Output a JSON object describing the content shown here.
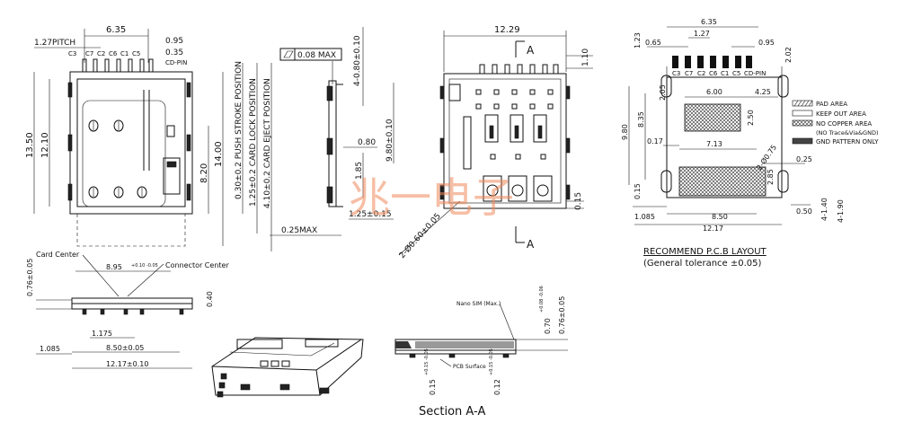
{
  "front": {
    "dim_width": "6.35",
    "pitch": "1.27PITCH",
    "d095": "0.95",
    "d035": "0.35",
    "cdpin": "CD-PIN",
    "pins": [
      "C3",
      "C7",
      "C2",
      "C6",
      "C1",
      "C5"
    ],
    "h1350": "13.50",
    "h1210": "12.10",
    "h1400": "14.00",
    "h820": "8.20",
    "push": "0.30±0.2 PUSH STROKE POSITION",
    "lock": "1.25±0.2 CARD LOCK POSITION",
    "eject": "4.10±0.2 CARD EJECT POSITION"
  },
  "side": {
    "flatness": "0.08 MAX",
    "d480": "4-0.80±0.10",
    "d080": "0.80",
    "d185": "1.85",
    "d025": "0.25MAX",
    "d980": "9.80±0.10",
    "d125": "1.25±0.15"
  },
  "top": {
    "width": "12.29",
    "d110": "1.10",
    "secA": "A",
    "d015": "0.15",
    "holes": "2-Ø0.60±0.05"
  },
  "pcb": {
    "d635": "6.35",
    "d127": "1.27",
    "d123": "1.23",
    "d065": "0.65",
    "d095": "0.95",
    "d202": "2.02",
    "pins": [
      "C3",
      "C7",
      "C2",
      "C6",
      "C1",
      "C5",
      "CD-PIN"
    ],
    "d600": "6.00",
    "d425": "4.25",
    "d205": "2.05",
    "d250": "2.50",
    "d980": "9.80",
    "d835": "8.35",
    "d017": "0.17",
    "d713": "7.13",
    "d075": "2-Ø0.75",
    "d285": "2.85",
    "d025": "0.25",
    "d015": "0.15",
    "d1085": "1.085",
    "d850": "8.50",
    "d1217": "12.17",
    "d050": "0.50",
    "d140": "4-1.40",
    "d190": "4-1.90",
    "legend": [
      "PAD AREA",
      "KEEP OUT AREA",
      "NO COPPER AREA",
      "(NO Trace&Via&GND)",
      "GND PATTERN ONLY"
    ],
    "title": "RECOMMEND P.C.B LAYOUT",
    "subtitle": "(General tolerance ±0.05)"
  },
  "bottom": {
    "card_center": "Card Center",
    "connector_center": "Connector Center",
    "d895": "8.95",
    "d895tol": "+0.10 -0.05",
    "d076": "0.76±0.05",
    "d040": "0.40",
    "d1175": "1.175",
    "d850": "8.50±0.05",
    "d1085": "1.085",
    "d1217": "12.17±0.10"
  },
  "section": {
    "nano": "Nano SIM (Max.)",
    "pcb_surface": "PCB Surface",
    "d070": "0.70",
    "d070tol": "+0.08 -0.06",
    "d076": "0.76±0.05",
    "d015": "0.15",
    "d015tol": "+0.15 -0.05",
    "d012": "0.12",
    "d012tol": "+0.15 -0.05",
    "label": "Section A-A"
  },
  "watermark": "兆一电子"
}
